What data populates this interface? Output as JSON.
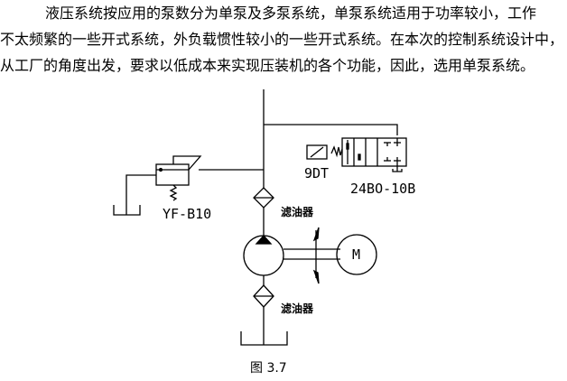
{
  "paragraph": {
    "lines": [
      "液压系统按应用的泵数分为单泵及多泵系统，单泵系统适用于功率较小，工作",
      "不太频繁的一些开式系统，外负载惯性较小的一些开式系统。在本次的控制系统设计中，",
      "从工厂的角度出发，要求以低成本来实现压装机的各个功能，因此，选用单泵系统。"
    ]
  },
  "diagram": {
    "relief_valve_label": "YF-B10",
    "solenoid_label": "9DT",
    "directional_valve_label": "24BO-10B",
    "filter_upper_label": "滤油器",
    "filter_lower_label": "滤油器",
    "motor_label": "M"
  },
  "caption": "图 3.7"
}
